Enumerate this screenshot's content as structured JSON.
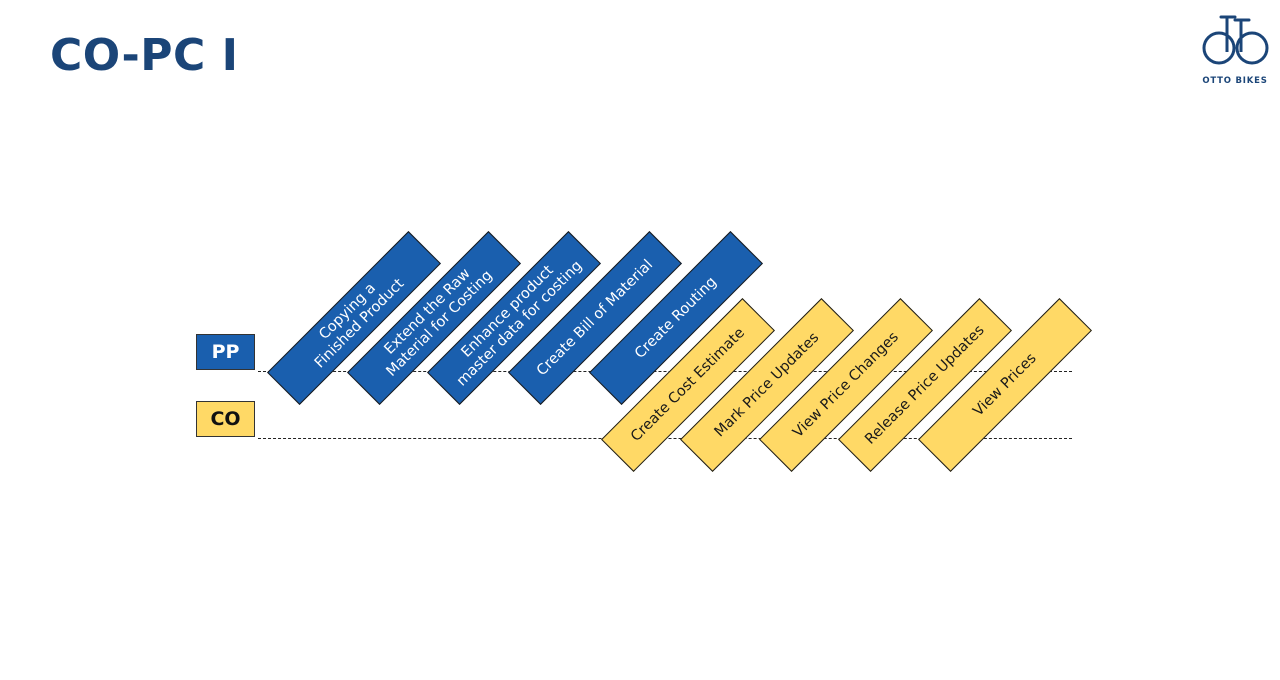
{
  "page": {
    "title": "CO-PC I"
  },
  "logo": {
    "text": "OTTO BIKES",
    "icon": "bicycle-icon",
    "color": "#1b4578"
  },
  "lanes": [
    {
      "label": "PP",
      "color": "#1a5fae"
    },
    {
      "label": "CO",
      "color": "#ffd966"
    }
  ],
  "pp_tasks": [
    {
      "line1": "Copying a",
      "line2": "Finished Product"
    },
    {
      "line1": "Extend the Raw",
      "line2": "Material for Costing"
    },
    {
      "line1": "Enhance product",
      "line2": "master data for costing"
    },
    {
      "line1": "Create Bill of Material",
      "line2": ""
    },
    {
      "line1": "Create Routing",
      "line2": ""
    }
  ],
  "co_tasks": [
    {
      "line1": "Create Cost Estimate"
    },
    {
      "line1": "Mark Price Updates"
    },
    {
      "line1": "View Price Changes"
    },
    {
      "line1": "Release Price Updates"
    },
    {
      "line1": "View Prices"
    }
  ]
}
